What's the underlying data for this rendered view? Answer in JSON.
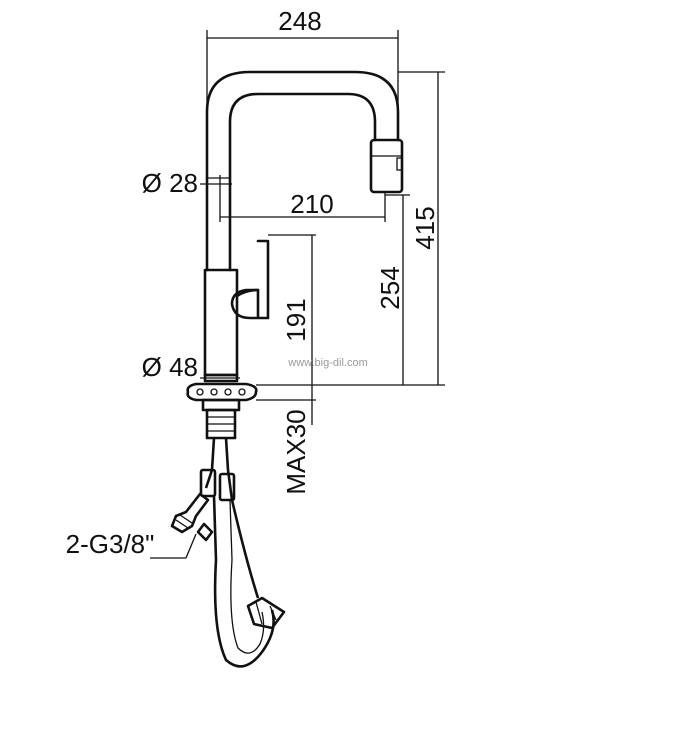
{
  "labels": {
    "width_total": "248",
    "diameter_spout": "Ø 28",
    "reach": "210",
    "height_total": "415",
    "height_spout": "254",
    "height_handle": "191",
    "diameter_base": "Ø 48",
    "max_deck": "MAX30",
    "connection": "2-G3/8\""
  },
  "watermark": "www.big-dil.com",
  "colors": {
    "line": "#111111",
    "watermark": "#9a9a9a",
    "background": "#ffffff"
  }
}
